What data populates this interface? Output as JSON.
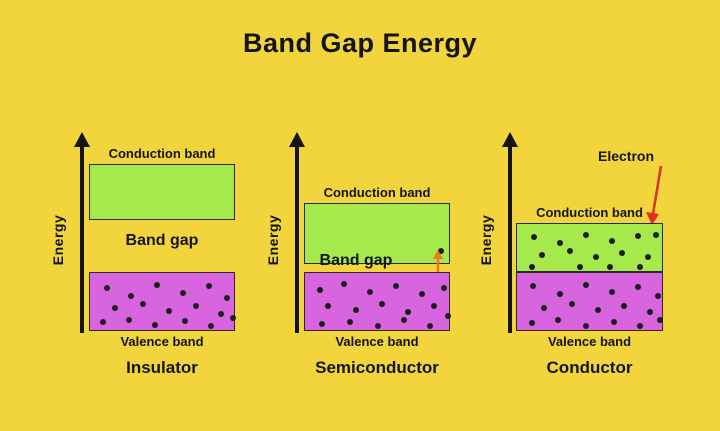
{
  "title": "Band Gap Energy",
  "electron_label": "Electron",
  "panels": [
    {
      "name": "Insulator",
      "energy": "Energy",
      "conduction": "Conduction band",
      "gap": "Band gap",
      "valence": "Valence band"
    },
    {
      "name": "Semiconductor",
      "energy": "Energy",
      "conduction": "Conduction band",
      "gap": "Band gap",
      "valence": "Valence band"
    },
    {
      "name": "Conductor",
      "energy": "Energy",
      "conduction": "Conduction band",
      "valence": "Valence band"
    }
  ],
  "colors": {
    "background": "#F2D43D",
    "conduction": "#A6E94C",
    "valence": "#D964DF",
    "axis": "#141414",
    "electron_arrow": "#E03020",
    "bandgap_arrow": "#F07818"
  },
  "dots": {
    "valence_insulator": [
      [
        14,
        12
      ],
      [
        38,
        20
      ],
      [
        64,
        9
      ],
      [
        90,
        17
      ],
      [
        116,
        10
      ],
      [
        134,
        22
      ],
      [
        22,
        32
      ],
      [
        50,
        28
      ],
      [
        76,
        35
      ],
      [
        103,
        30
      ],
      [
        128,
        38
      ],
      [
        10,
        46
      ],
      [
        36,
        44
      ],
      [
        62,
        49
      ],
      [
        92,
        45
      ],
      [
        118,
        50
      ],
      [
        140,
        42
      ]
    ],
    "valence_semiconductor": [
      [
        12,
        14
      ],
      [
        36,
        8
      ],
      [
        62,
        16
      ],
      [
        88,
        10
      ],
      [
        114,
        18
      ],
      [
        136,
        12
      ],
      [
        20,
        30
      ],
      [
        48,
        34
      ],
      [
        74,
        28
      ],
      [
        100,
        36
      ],
      [
        126,
        30
      ],
      [
        14,
        48
      ],
      [
        42,
        46
      ],
      [
        70,
        50
      ],
      [
        96,
        44
      ],
      [
        122,
        50
      ],
      [
        140,
        40
      ]
    ],
    "valence_conductor": [
      [
        13,
        10
      ],
      [
        40,
        18
      ],
      [
        66,
        9
      ],
      [
        92,
        16
      ],
      [
        118,
        11
      ],
      [
        138,
        20
      ],
      [
        24,
        32
      ],
      [
        52,
        28
      ],
      [
        78,
        34
      ],
      [
        104,
        30
      ],
      [
        130,
        36
      ],
      [
        12,
        47
      ],
      [
        38,
        44
      ],
      [
        66,
        50
      ],
      [
        94,
        46
      ],
      [
        120,
        50
      ],
      [
        140,
        44
      ]
    ],
    "conduction_conductor": [
      [
        14,
        10
      ],
      [
        40,
        16
      ],
      [
        66,
        8
      ],
      [
        92,
        14
      ],
      [
        118,
        9
      ],
      [
        136,
        8
      ],
      [
        22,
        28
      ],
      [
        50,
        24
      ],
      [
        76,
        30
      ],
      [
        102,
        26
      ],
      [
        128,
        30
      ],
      [
        12,
        40
      ],
      [
        60,
        40
      ],
      [
        90,
        40
      ],
      [
        120,
        40
      ]
    ],
    "semiconductor_conduction": [
      [
        133,
        44
      ]
    ]
  }
}
